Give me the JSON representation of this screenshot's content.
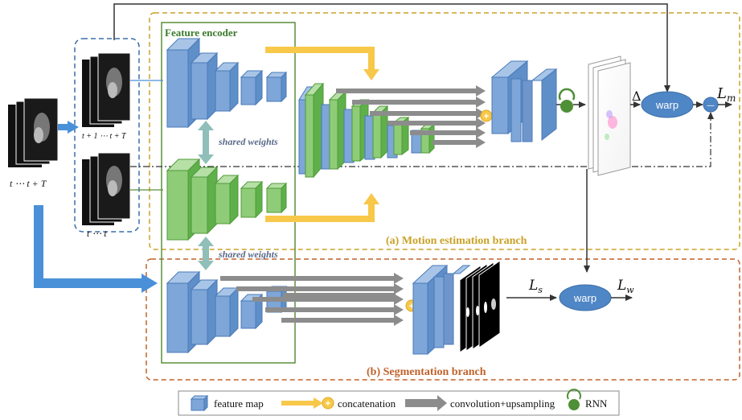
{
  "labels": {
    "input_seq": "t ⋯ t + T",
    "seq_next": "t + 1 ⋯ t + T",
    "seq_same": "t ⋯ t",
    "feature_encoder": "Feature encoder",
    "shared_weights_1": "shared weights",
    "shared_weights_2": "shared weights",
    "motion_branch": "(a) Motion estimation branch",
    "seg_branch": "(b) Segmentation branch",
    "delta": "Δ",
    "warp_top": "warp",
    "warp_bottom": "warp",
    "minus": "—",
    "L_m": "L",
    "L_m_sub": "m",
    "L_s": "L",
    "L_s_sub": "s",
    "L_w": "L",
    "L_w_sub": "w"
  },
  "legend": {
    "feature_map": "feature map",
    "concatenation": "concatenation",
    "conv_upsampling": "convolution+upsampling",
    "rnn": "RNN"
  },
  "colors": {
    "feature_blue": "#7ea6d8",
    "feature_green": "#7fc46a",
    "motion_border": "#c9a227",
    "seg_border": "#c0622a",
    "encoder_border": "#5a8f3a",
    "input_border": "#3a6ea8",
    "concat_yellow": "#f7c84a",
    "arrow_gray": "#8c8c8c",
    "warp_fill": "#4f86c6",
    "rnn_green": "#4f8f36",
    "label_gold": "#c9a227",
    "label_orange": "#c0622a"
  }
}
